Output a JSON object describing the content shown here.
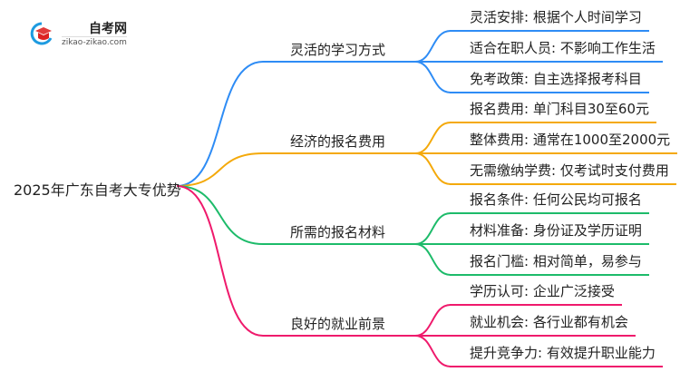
{
  "logo": {
    "title": "自考网",
    "url": "zikao-zikao.com"
  },
  "root": {
    "label": "2025年广东自考大专优势"
  },
  "branches": [
    {
      "label": "灵活的学习方式",
      "color": "#2e8cf5",
      "leaves": [
        "灵活安排: 根据个人时间学习",
        "适合在职人员: 不影响工作生活",
        "免考政策: 自主选择报考科目"
      ]
    },
    {
      "label": "经济的报名费用",
      "color": "#f4a90a",
      "leaves": [
        "报名费用: 单门科目30至60元",
        "整体费用: 通常在1000至2000元",
        "无需缴纳学费: 仅考试时支付费用"
      ]
    },
    {
      "label": "所需的报名材料",
      "color": "#1dbb6a",
      "leaves": [
        "报名条件: 任何公民均可报名",
        "材料准备: 身份证及学历证明",
        "报名门槛: 相对简单，易参与"
      ]
    },
    {
      "label": "良好的就业前景",
      "color": "#ef1a6c",
      "leaves": [
        "学历认可: 企业广泛接受",
        "就业机会: 各行业都有机会",
        "提升竞争力: 有效提升职业能力"
      ]
    }
  ]
}
